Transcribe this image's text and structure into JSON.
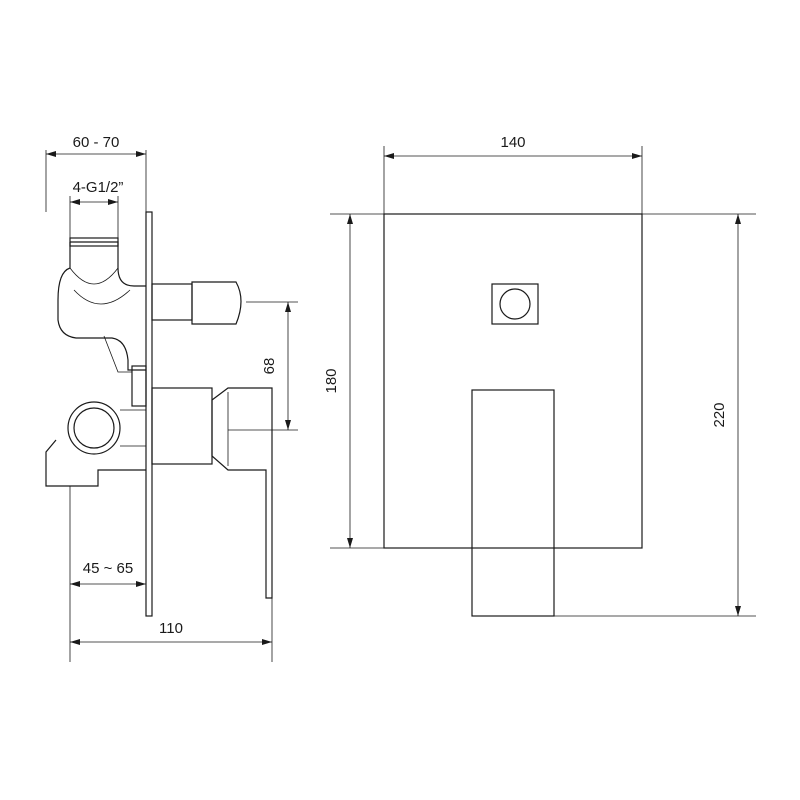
{
  "dimensions": {
    "side_depth_range": "60 - 70",
    "thread_spec": "4-G1/2”",
    "outlet_spacing": "68",
    "wall_depth_range": "45 ~ 65",
    "total_depth": "110",
    "plate_width": "140",
    "plate_height": "180",
    "total_height": "220"
  }
}
